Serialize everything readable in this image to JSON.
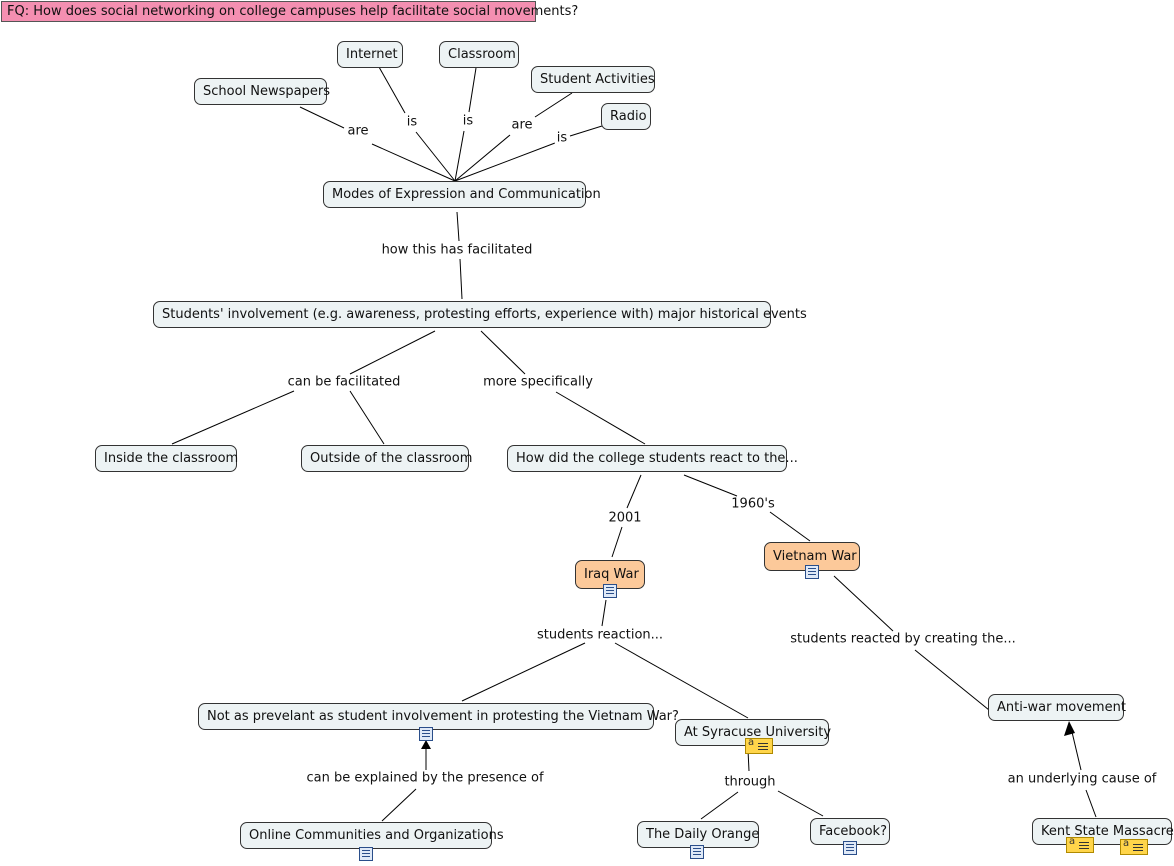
{
  "focus_question": "FQ: How does social networking on college campuses help facilitate social movements?",
  "nodes": {
    "school_newspapers": "School Newspapers",
    "internet": "Internet",
    "classroom": "Classroom",
    "student_activities": "Student Activities",
    "radio": "Radio",
    "modes": "Modes of Expression and Communication",
    "involvement": "Students' involvement (e.g. awareness, protesting efforts, experience with) major historical events",
    "inside": "Inside the classroom",
    "outside": "Outside of the classroom",
    "react": "How did the college students react to the...",
    "iraq": "Iraq War",
    "vietnam": "Vietnam War",
    "not_prevalent": "Not as prevelant as student involvement in protesting the Vietnam War?",
    "syracuse": "At Syracuse University",
    "antiwar": "Anti-war movement",
    "online": "Online Communities and Organizations",
    "daily_orange": "The Daily Orange",
    "facebook": "Facebook?",
    "kent_state": "Kent State Massacre"
  },
  "links": {
    "are_1": "are",
    "is_internet": "is",
    "is_classroom": "is",
    "are_2": "are",
    "is_radio": "is",
    "how_facilitated": "how this has facilitated",
    "can_be_facilitated": "can be facilitated",
    "more_specifically": "more specifically",
    "year_2001": "2001",
    "year_1960s": "1960's",
    "students_reaction": "students reaction...",
    "students_reacted": "students reacted by creating the...",
    "explained_by": "can be explained by the presence of",
    "through": "through",
    "underlying_cause": "an underlying cause of"
  },
  "colors": {
    "node_fill": "#edf3f4",
    "highlight_fill": "#fcc99a",
    "focus_fill": "#f48fb1",
    "line": "#000000"
  },
  "icons": [
    "document-icon",
    "web-link-icon"
  ]
}
